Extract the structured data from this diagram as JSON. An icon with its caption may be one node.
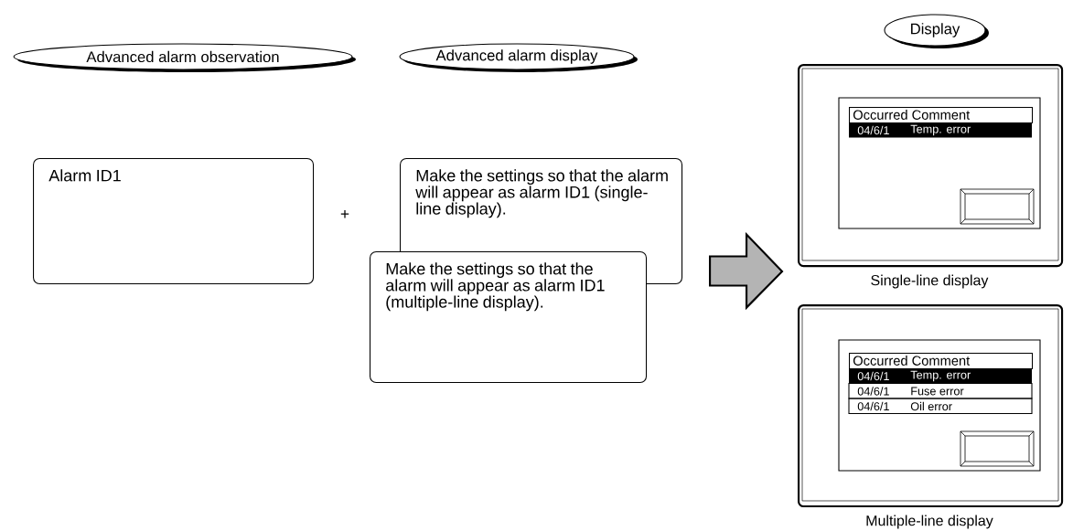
{
  "diagram": {
    "nodes": [
      {
        "text": [
          "Advanced alarm observation"
        ]
      },
      {
        "text": [
          "Advanced alarm display"
        ]
      },
      {
        "text": [
          "Display"
        ]
      },
      {
        "text": [
          "Alarm ID1"
        ]
      },
      {
        "text": [
          "Make the settings so that the alarm will appear as alarm ID1 (single-line display)."
        ]
      },
      {
        "text": [
          "Make the settings so that the alarm will appear as alarm ID1 (multiple-line display)."
        ]
      },
      {
        "text": [
          "Occurred Comment",
          "04/6/1",
          "Temp. error"
        ],
        "beside": [
          "Single-line display"
        ]
      },
      {
        "text": [
          "Occurred Comment",
          "04/6/1",
          "Temp. error",
          "04/6/1",
          "Fuse error",
          "04/6/1",
          "Oil error"
        ],
        "beside": [
          "Multiple-line display"
        ]
      }
    ],
    "edges": [
      {
        "from": 4,
        "to": 6,
        "arrow": "to"
      }
    ],
    "labels": [
      "+"
    ]
  }
}
